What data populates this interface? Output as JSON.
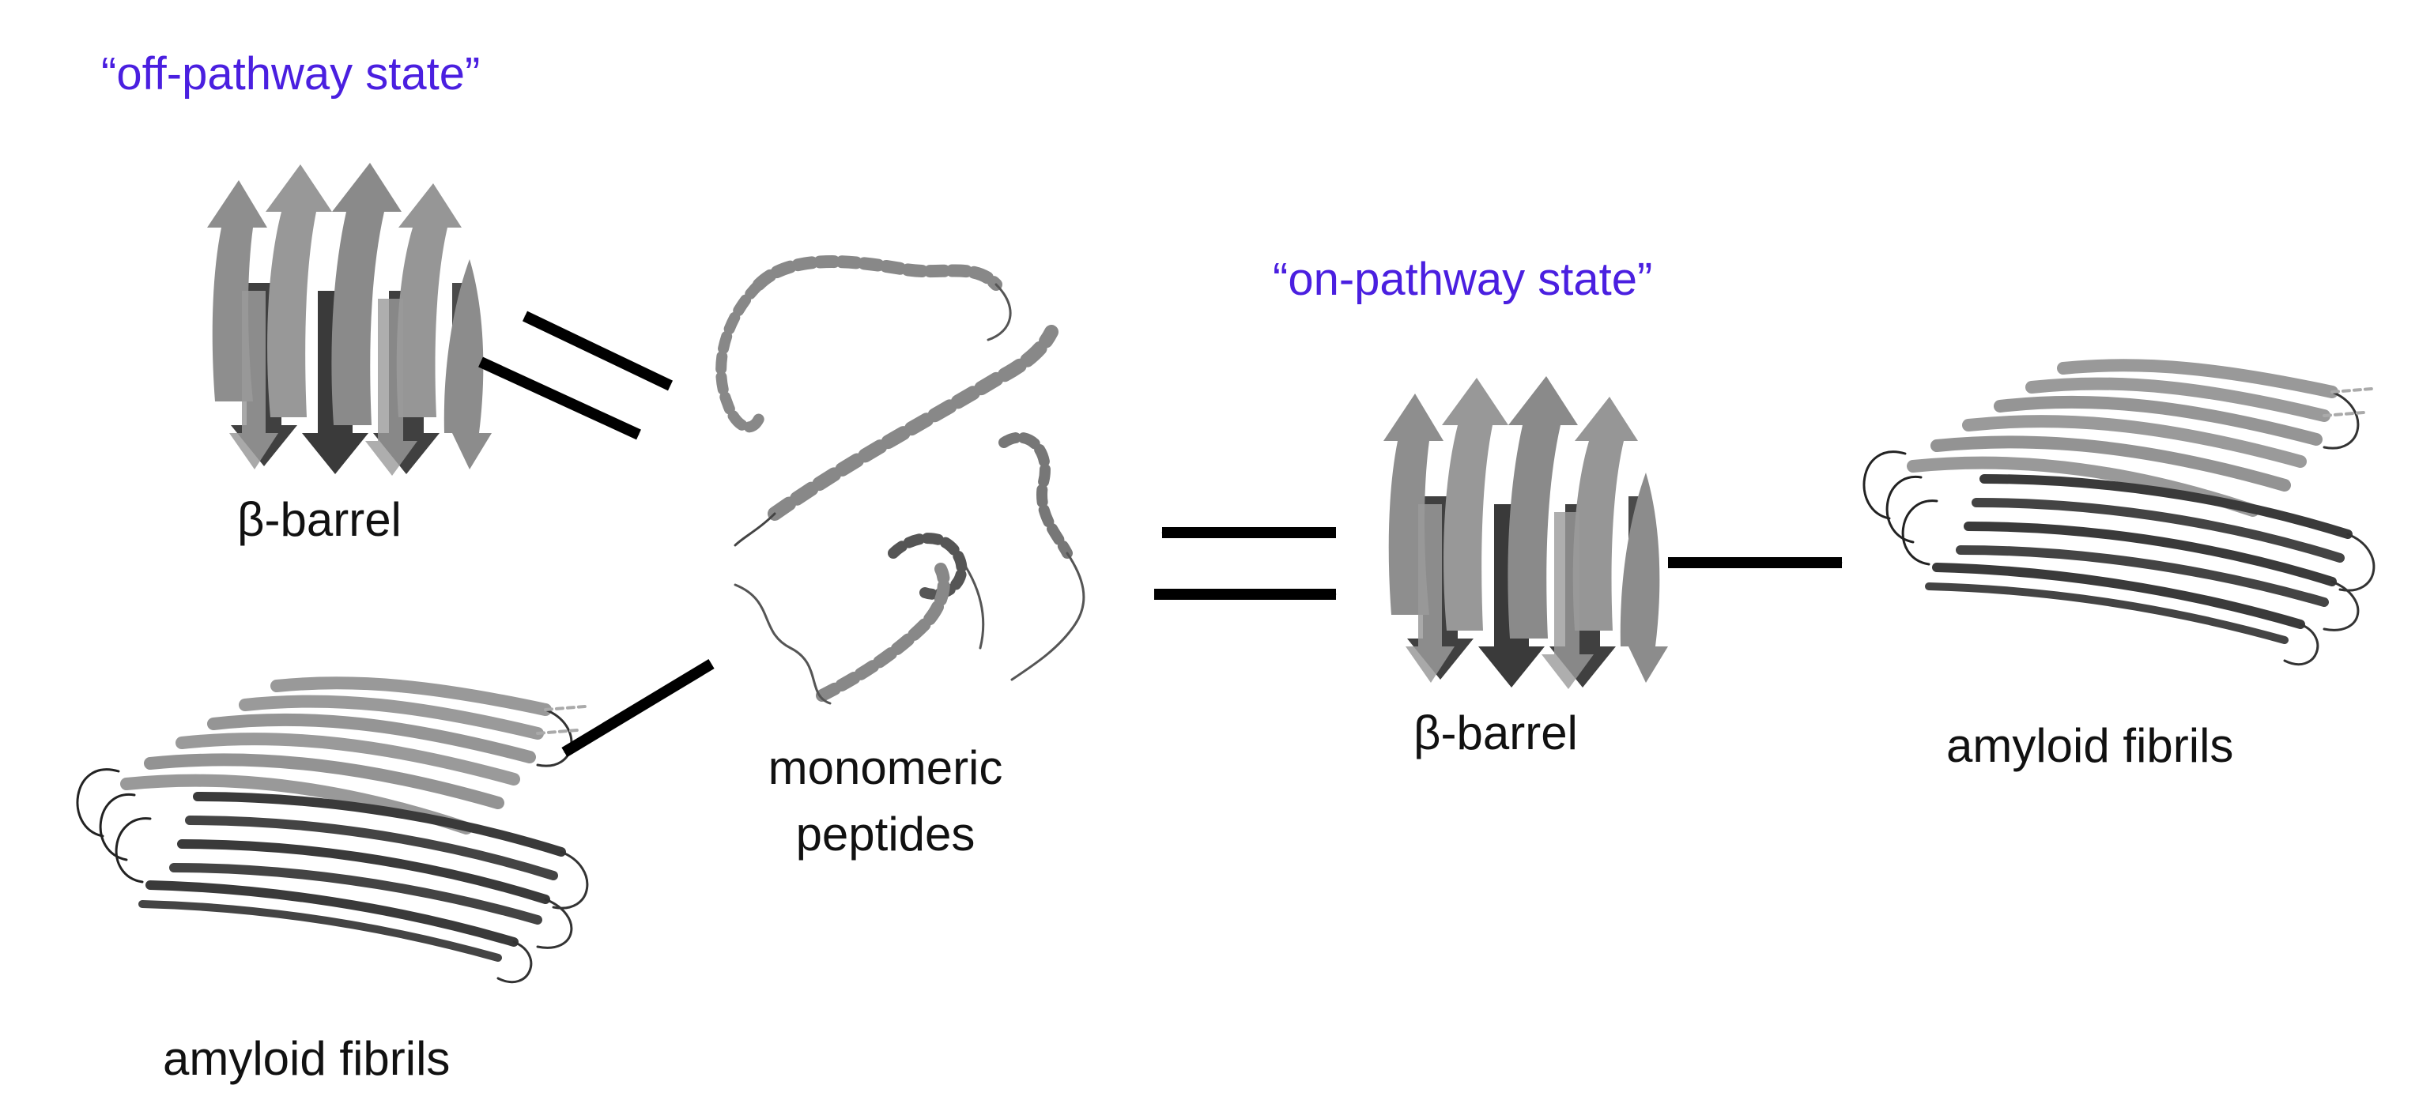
{
  "diagram": {
    "off_pathway": {
      "title": "“off-pathway state”",
      "barrel_label": "β-barrel",
      "fibril_label": "amyloid fibrils"
    },
    "on_pathway": {
      "title": "“on-pathway state”",
      "barrel_label": "β-barrel",
      "fibril_label": "amyloid fibrils"
    },
    "monomer": {
      "label_line1": "monomeric",
      "label_line2": "peptides"
    },
    "colors": {
      "title_text": "#4a1fe0",
      "strand_light": "#909090",
      "strand_dark": "#404040",
      "arrow": "#000000"
    }
  }
}
